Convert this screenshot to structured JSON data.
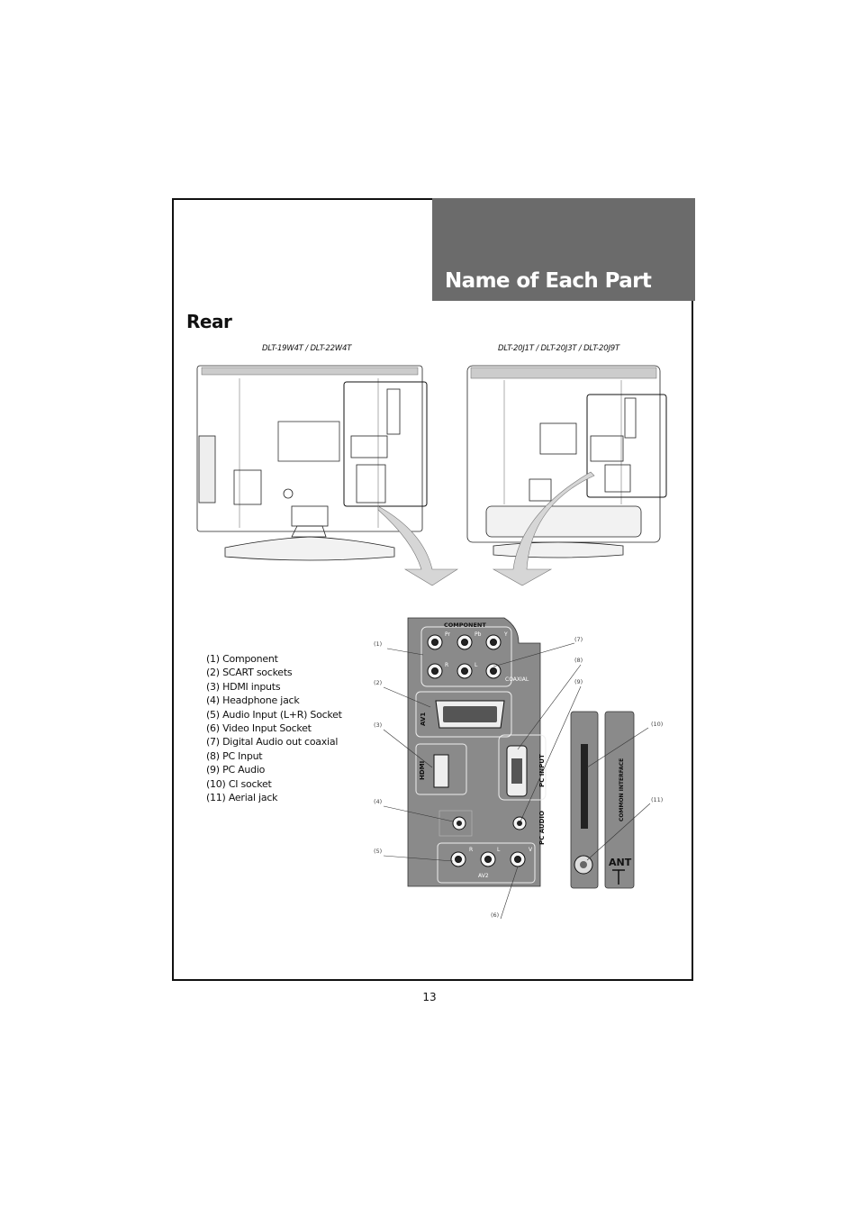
{
  "page": {
    "title": "Name of Each Part",
    "section": "Rear",
    "page_number": "13"
  },
  "models": {
    "left": "DLT-19W4T / DLT-22W4T",
    "right": "DLT-20J1T / DLT-20J3T / DLT-20J9T"
  },
  "parts": [
    "(1) Component",
    "(2) SCART sockets",
    "(3) HDMI inputs",
    "(4) Headphone jack",
    "(5) Audio Input (L+R) Socket",
    "(6) Video Input Socket",
    "(7) Digital Audio out coaxial",
    "(8) PC Input",
    "(9) PC Audio",
    "(10) CI socket",
    "(11) Aerial jack"
  ],
  "panel_labels": {
    "component": "COMPONENT",
    "pr": "Pr",
    "pb": "Pb",
    "y": "Y",
    "r": "R",
    "l": "L",
    "coaxial": "COAXIAL",
    "av1": "AV1",
    "hdmi": "HDMI",
    "pc_input": "PC INPUT",
    "pc_audio": "PC AUDIO",
    "r2": "R",
    "l2": "L",
    "v": "V",
    "av2": "AV2",
    "common_interface": "COMMON INTERFACE",
    "ant": "ANT"
  },
  "callouts": {
    "c1": "(1)",
    "c2": "(2)",
    "c3": "(3)",
    "c4": "(4)",
    "c5": "(5)",
    "c6": "(6)",
    "c7": "(7)",
    "c8": "(8)",
    "c9": "(9)",
    "c10": "(10)",
    "c11": "(11)"
  }
}
